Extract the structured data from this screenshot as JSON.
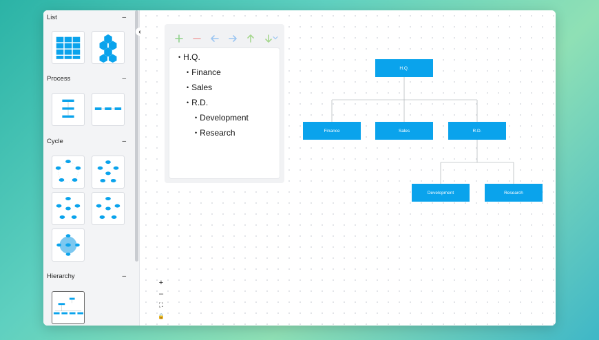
{
  "sidebar": {
    "sections": [
      {
        "title": "List",
        "toggle": "–"
      },
      {
        "title": "Process",
        "toggle": "–"
      },
      {
        "title": "Cycle",
        "toggle": "–"
      },
      {
        "title": "Hierarchy",
        "toggle": "–"
      }
    ],
    "collapse_icon": "chevron-left-icon"
  },
  "toolbar": {
    "icons": [
      "plus-icon",
      "minus-icon",
      "arrow-left-icon",
      "arrow-right-icon",
      "arrow-up-icon",
      "arrow-down-icon",
      "chevron-down-icon"
    ],
    "colors": {
      "plus": "#8fd18a",
      "minus": "#f0a3a3",
      "horizontal": "#9cc6f2",
      "vertical": "#a6d78f"
    }
  },
  "outline": {
    "items": [
      "H.Q.",
      "Finance",
      "Sales",
      "R.D.",
      "Development",
      "Research"
    ]
  },
  "chart": {
    "nodes": [
      "H.Q.",
      "Finance",
      "Sales",
      "R.D.",
      "Development",
      "Research"
    ],
    "node_color": "#0aa3ec"
  },
  "zoom": {
    "zoom_in": "+",
    "zoom_out": "–",
    "fit": "⛶",
    "lock": "🔒"
  }
}
